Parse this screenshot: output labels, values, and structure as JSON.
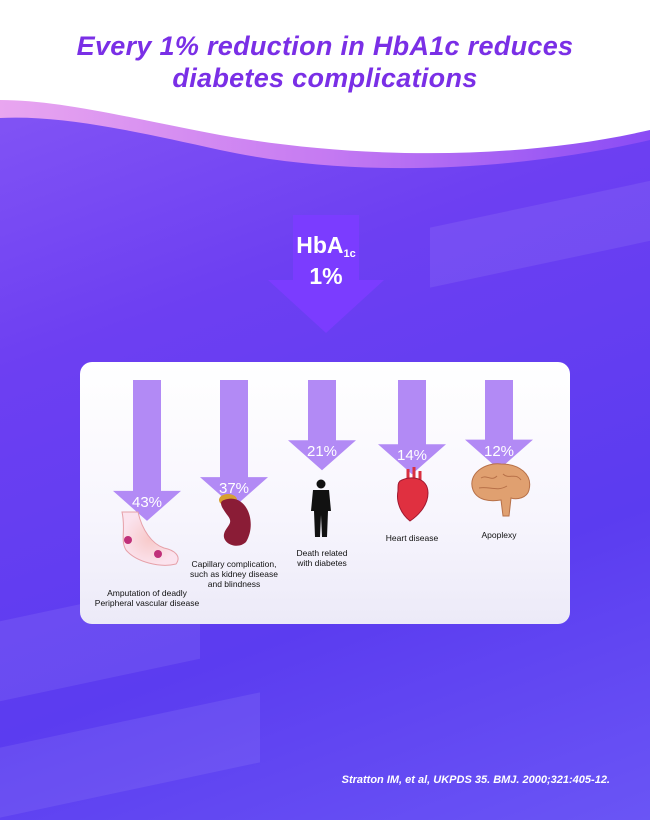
{
  "title_line1": "Every 1% reduction in HbA1c reduces",
  "title_line2": "diabetes complications",
  "hba": {
    "label": "HbA",
    "subscript": "1c",
    "value": "1%"
  },
  "items": [
    {
      "percent": "43%",
      "value": 43,
      "label": "Amputation of deadly\nPeripheral vascular disease",
      "icon": "foot-icon"
    },
    {
      "percent": "37%",
      "value": 37,
      "label": "Capillary complication,\nsuch as kidney disease\nand blindness",
      "icon": "kidney-icon"
    },
    {
      "percent": "21%",
      "value": 21,
      "label": "Death related\nwith diabetes",
      "icon": "person-silhouette-icon"
    },
    {
      "percent": "14%",
      "value": 14,
      "label": "Heart disease",
      "icon": "heart-icon"
    },
    {
      "percent": "12%",
      "value": 12,
      "label": "Apoplexy",
      "icon": "brain-icon"
    }
  ],
  "citation": "Stratton IM, et al, UKPDS 35. BMJ. 2000;321:405-12.",
  "colors": {
    "title": "#7a2fe6",
    "arrow": "#b28af5",
    "main_arrow": "#7b3cff"
  }
}
